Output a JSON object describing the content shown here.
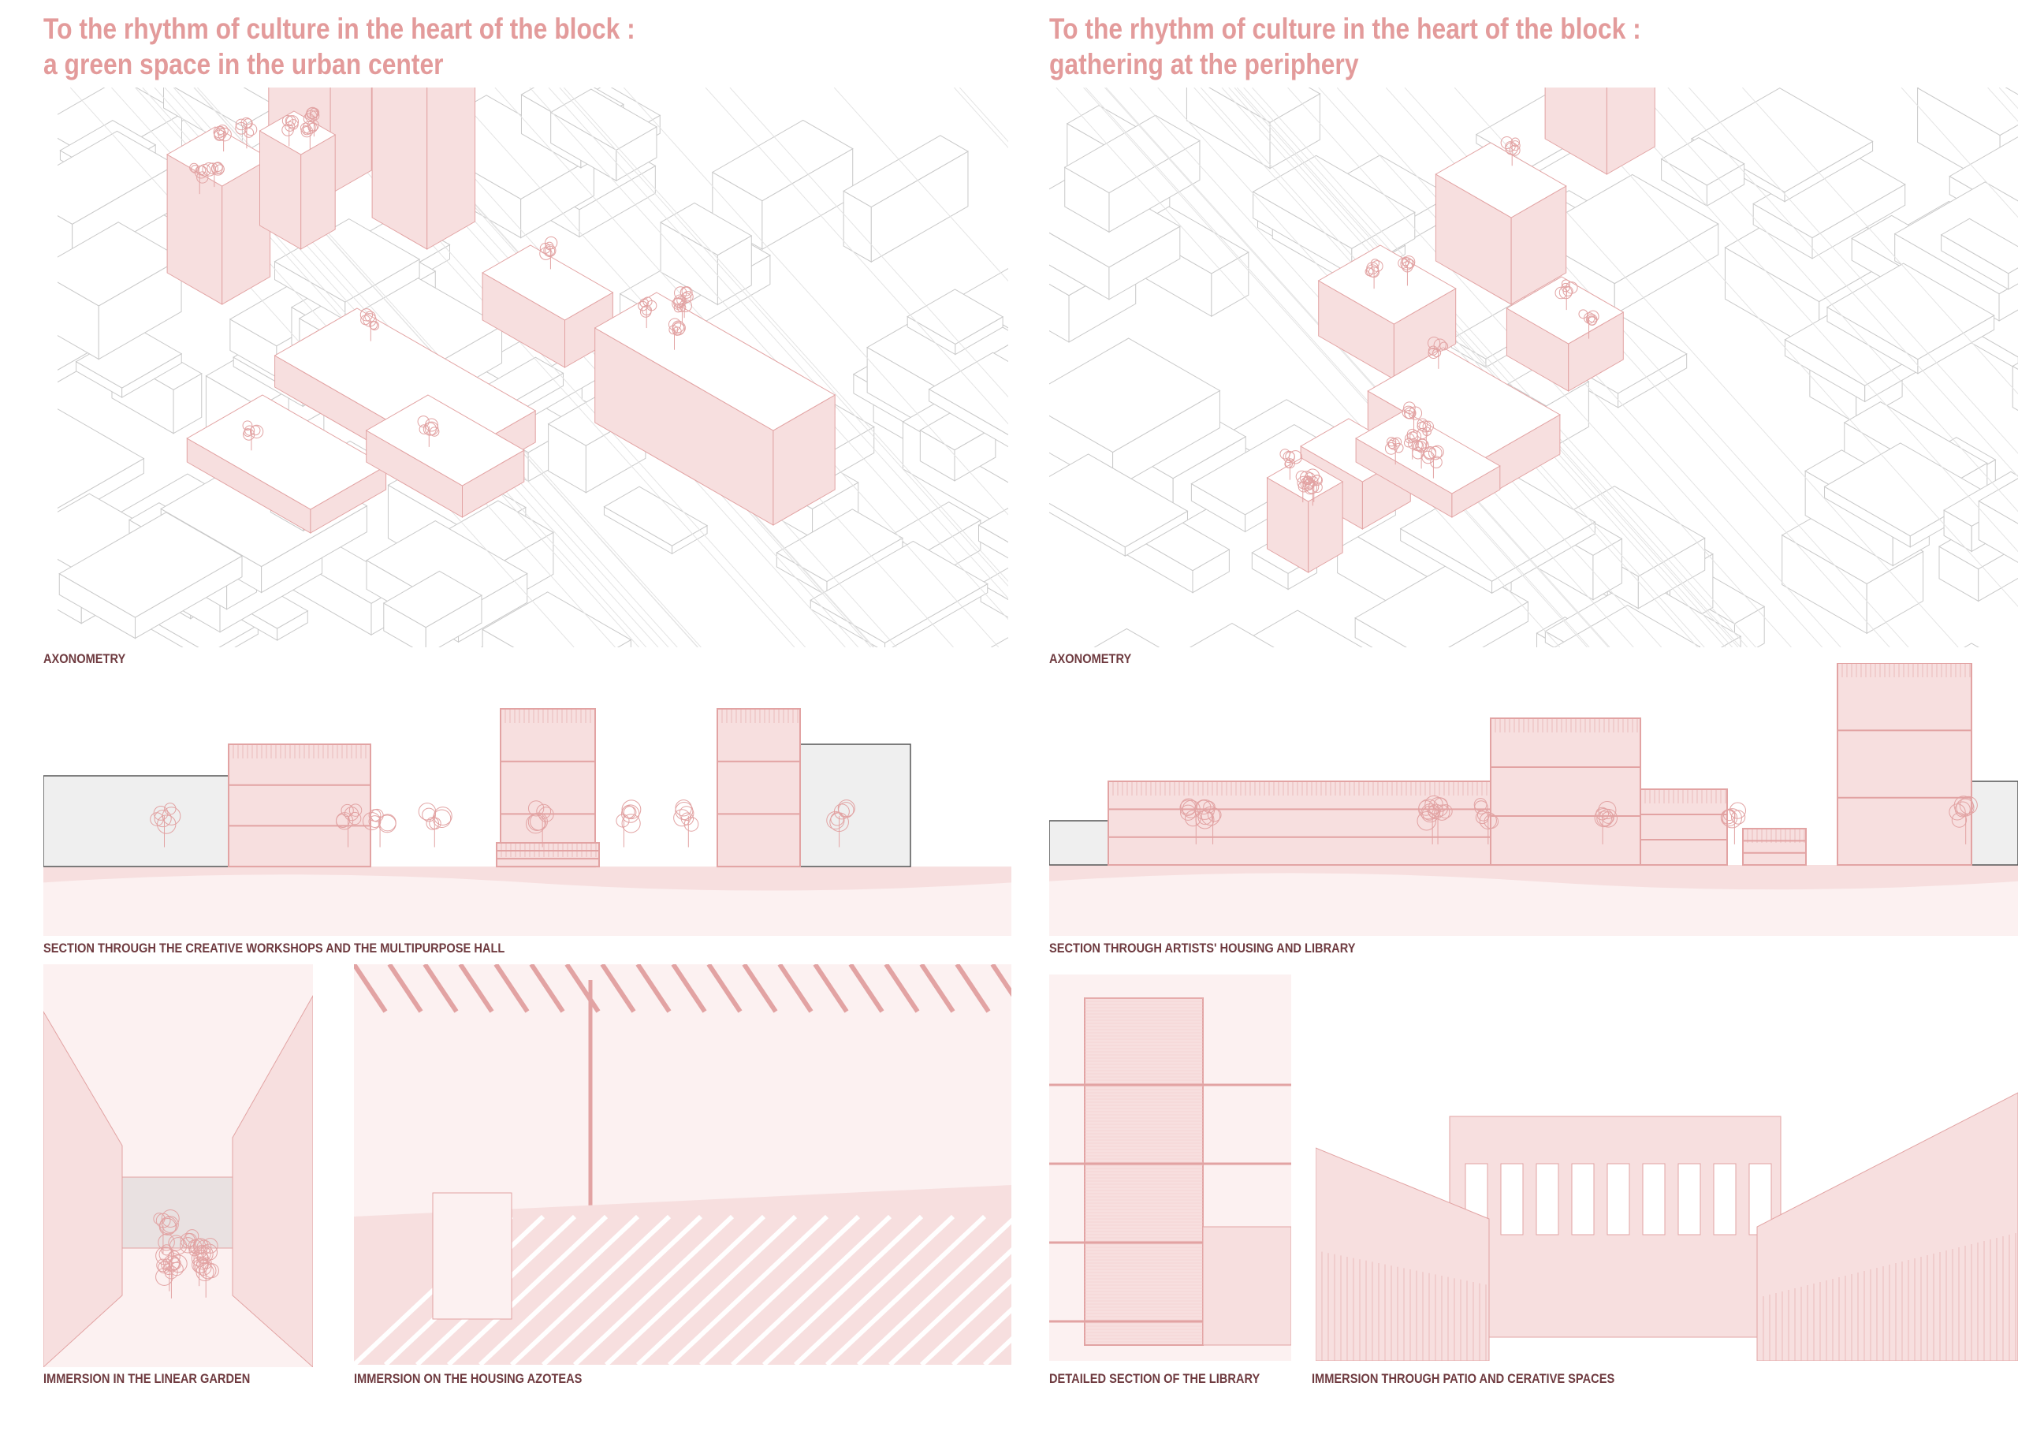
{
  "left_board": {
    "title_line1": "To the rhythm of culture in the heart of the block :",
    "title_line2": "a green space in the urban center",
    "axonometry_label": "AXONOMETRY",
    "section_label": "SECTION THROUGH THE CREATIVE WORKSHOPS AND THE MULTIPURPOSE HALL",
    "immersion1_label": "IMMERSION IN THE LINEAR GARDEN",
    "immersion2_label": "IMMERSION ON THE HOUSING AZOTEAS"
  },
  "right_board": {
    "title_line1": "To the rhythm of culture in the heart of the block :",
    "title_line2": "gathering at the periphery",
    "axonometry_label": "AXONOMETRY",
    "section_label": "SECTION THROUGH ARTISTS' HOUSING AND LIBRARY",
    "detail_label": "DETAILED SECTION OF THE LIBRARY",
    "immersion_label": "IMMERSION THROUGH PATIO AND CERATIVE SPACES"
  },
  "colors": {
    "title": "#e39b9b",
    "label": "#6e3a3f",
    "drawing_line": "#e2a3a3",
    "drawing_fill": "#f7dfdf",
    "drawing_pale": "#fcf1f1",
    "context_line": "#c9c9c9"
  }
}
